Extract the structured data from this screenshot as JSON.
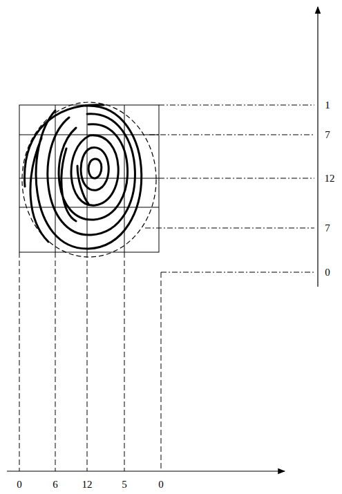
{
  "diagram": {
    "labels": [
      "1",
      "7",
      "12",
      "7",
      "0",
      "0",
      "6",
      "12",
      "5",
      "0"
    ]
  }
}
